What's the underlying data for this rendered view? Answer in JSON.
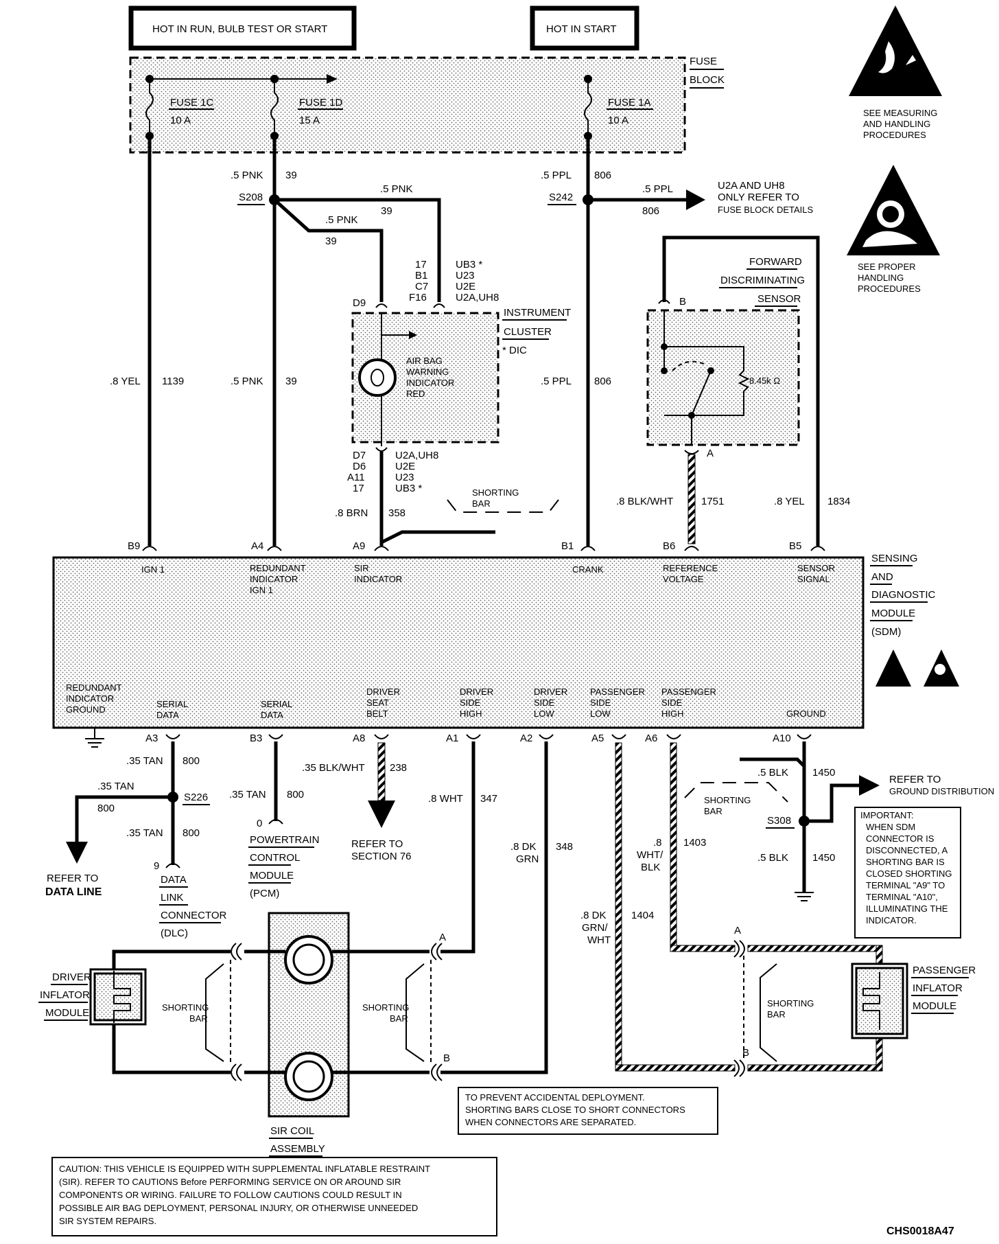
{
  "power": {
    "hot_run": "HOT IN RUN, BULB TEST OR START",
    "hot_start": "HOT IN START",
    "fuse_block_1": "FUSE",
    "fuse_block_2": "BLOCK",
    "fuse1c_name": "FUSE 1C",
    "fuse1c_amp": "10 A",
    "fuse1d_name": "FUSE 1D",
    "fuse1d_amp": "15 A",
    "fuse1a_name": "FUSE 1A",
    "fuse1a_amp": "10 A"
  },
  "warnings": {
    "esd_text": [
      "SEE MEASURING",
      "AND HANDLING",
      "PROCEDURES"
    ],
    "sir_text": [
      "SEE   PROPER",
      "HANDLING",
      "PROCEDURES"
    ]
  },
  "top_wires": {
    "pnk_gauge": ".5 PNK",
    "pnk_circuit": "39",
    "s208": "S208",
    "ppl_gauge": ".5 PPL",
    "ppl_circuit": "806",
    "s242": "S242",
    "u2a_1": "U2A AND UH8",
    "u2a_2": "ONLY REFER TO",
    "u2a_3": "FUSE BLOCK DETAILS",
    "yel_gauge": ".8 YEL",
    "yel_circuit": "1139",
    "pnk8_gauge": ".8 BRN",
    "brn_circuit": "358",
    "pnk39_gauge": ".5 PNK"
  },
  "cluster": {
    "pins_top": [
      "17",
      "B1",
      "C7",
      "F16"
    ],
    "pins_top_opts": [
      "UB3 *",
      "U23",
      "U2E",
      "U2A,UH8"
    ],
    "d9": "D9",
    "title": [
      "INSTRUMENT",
      "CLUSTER"
    ],
    "dic": "* DIC",
    "lamp": [
      "AIR BAG",
      "WARNING",
      "INDICATOR",
      "RED"
    ],
    "pins_bot": [
      "D7",
      "D6",
      "A11",
      "17"
    ],
    "pins_bot_opts": [
      "U2A,UH8",
      "U2E",
      "U23",
      "UB3 *"
    ],
    "shorting_bar": [
      "SHORTING",
      "BAR"
    ]
  },
  "sensor": {
    "title": [
      "FORWARD",
      "DISCRIMINATING",
      "SENSOR"
    ],
    "pin_b": "B",
    "pin_a": "A",
    "resistor": "8.45k Ω",
    "ref_gauge": ".8 BLK/WHT",
    "ref_circuit": "1751",
    "sig_gauge": ".8 YEL",
    "sig_circuit": "1834"
  },
  "sdm": {
    "title": [
      "SENSING",
      "AND",
      "DIAGNOSTIC",
      "MODULE",
      "(SDM)"
    ],
    "top_pins": [
      "B9",
      "A4",
      "A9",
      "B1",
      "B6",
      "B5"
    ],
    "top_labels": {
      "ign1": "IGN 1",
      "red_ign": [
        "REDUNDANT",
        "INDICATOR",
        "IGN 1"
      ],
      "sir_ind": [
        "SIR",
        "INDICATOR"
      ],
      "crank": "CRANK",
      "ref": [
        "REFERENCE",
        "VOLTAGE"
      ],
      "sig": [
        "SENSOR",
        "SIGNAL"
      ]
    },
    "bot_labels": {
      "rig": [
        "REDUNDANT",
        "INDICATOR",
        "GROUND"
      ],
      "sd1": [
        "SERIAL",
        "DATA"
      ],
      "sd2": [
        "SERIAL",
        "DATA"
      ],
      "dsb": [
        "DRIVER",
        "SEAT",
        "BELT"
      ],
      "dsh": [
        "DRIVER",
        "SIDE",
        "HIGH"
      ],
      "dsl": [
        "DRIVER",
        "SIDE",
        "LOW"
      ],
      "psl": [
        "PASSENGER",
        "SIDE",
        "LOW"
      ],
      "psh": [
        "PASSENGER",
        "SIDE",
        "HIGH"
      ],
      "gnd": "GROUND"
    },
    "bot_pins": [
      "A3",
      "B3",
      "A8",
      "A1",
      "A2",
      "A5",
      "A6",
      "A10"
    ]
  },
  "bottom": {
    "tan35": ".35 TAN",
    "c800": "800",
    "s226": "S226",
    "refer_data": [
      "REFER TO",
      "DATA LINE"
    ],
    "dlc_pin": "9",
    "dlc": [
      "DATA",
      "LINK",
      "CONNECTOR",
      "(DLC)"
    ],
    "pcm_pin": "0",
    "pcm": [
      "POWERTRAIN",
      "CONTROL",
      "MODULE",
      "(PCM)"
    ],
    "blkwht": ".35 BLK/WHT",
    "c238": "238",
    "refer76": [
      "REFER TO",
      "SECTION 76"
    ],
    "wht": ".8 WHT",
    "c347": "347",
    "dkgrn": [
      ".8 DK",
      "GRN"
    ],
    "c348": "348",
    "dkgrnwht": [
      ".8 DK",
      "GRN/",
      "WHT"
    ],
    "c1404": "1404",
    "whtblk": [
      ".8",
      "WHT/",
      "BLK"
    ],
    "c1403": "1403",
    "blk5": ".5 BLK",
    "c1450": "1450",
    "s308": "S308",
    "refer_gnd": [
      "REFER TO",
      "GROUND DISTRIBUTION"
    ],
    "shorting_bar": [
      "SHORTING",
      "BAR"
    ],
    "important": [
      "IMPORTANT:",
      "WHEN SDM",
      "CONNECTOR IS",
      "DISCONNECTED, A",
      "SHORTING BAR IS",
      "CLOSED SHORTING",
      "TERMINAL \"A9\" TO",
      "TERMINAL \"A10\",",
      "ILLUMINATING THE",
      "INDICATOR."
    ],
    "driver_mod": [
      "DRIVER",
      "INFLATOR",
      "MODULE"
    ],
    "pass_mod": [
      "PASSENGER",
      "INFLATOR",
      "MODULE"
    ],
    "sir_coil": [
      "SIR COIL",
      "ASSEMBLY"
    ],
    "pin_a": "A",
    "pin_b": "B",
    "prevent": [
      "TO PREVENT ACCIDENTAL DEPLOYMENT.",
      "SHORTING BARS CLOSE TO SHORT CONNECTORS",
      "WHEN CONNECTORS ARE SEPARATED."
    ],
    "caution": [
      "CAUTION:  THIS VEHICLE IS EQUIPPED WITH SUPPLEMENTAL INFLATABLE RESTRAINT",
      "(SIR). REFER TO CAUTIONS Before PERFORMING SERVICE ON OR AROUND SIR",
      "COMPONENTS OR WIRING. FAILURE TO FOLLOW CAUTIONS COULD RESULT IN",
      "POSSIBLE AIR BAG DEPLOYMENT, PERSONAL INJURY, OR OTHERWISE UNNEEDED",
      "SIR SYSTEM REPAIRS."
    ],
    "code": "CHS0018A47"
  }
}
